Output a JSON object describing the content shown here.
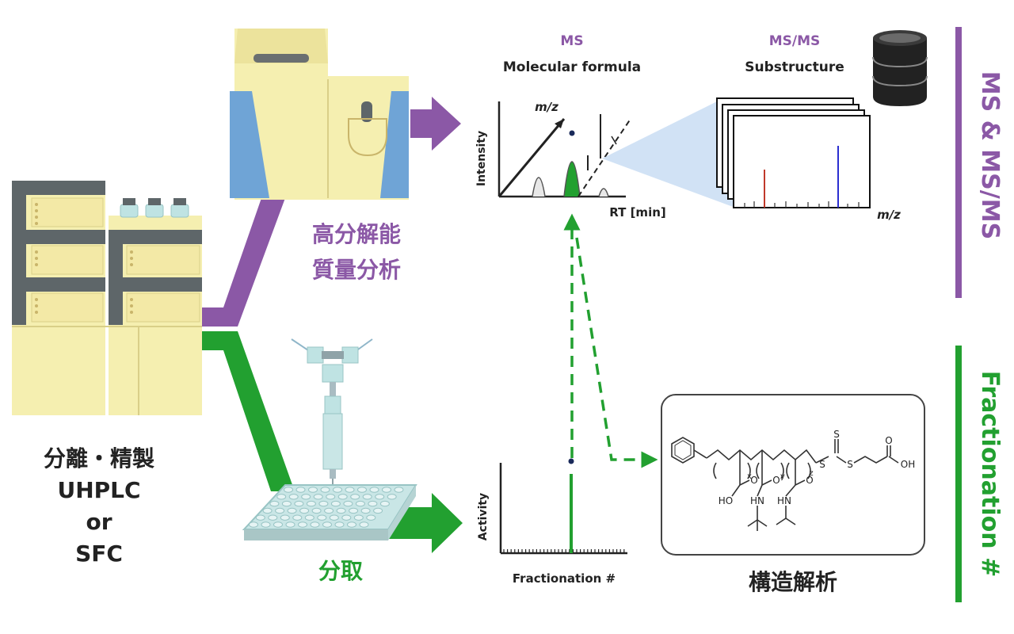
{
  "left_label": {
    "line1": "分離・精製",
    "line2": "UHPLC",
    "line3": "or",
    "line4": "SFC"
  },
  "hrms_label": {
    "line1": "高分解能",
    "line2": "質量分析"
  },
  "fraction_label": "分取",
  "ms_chart": {
    "ms_title": "MS",
    "ms_subtitle": "Molecular formula",
    "msms_title": "MS/MS",
    "msms_subtitle": "Substructure",
    "y_label": "Intensity",
    "x_label": "RT [min]",
    "diag_label": "m/z",
    "msms_x_label": "m/z"
  },
  "activity_chart": {
    "y_label": "Activity",
    "x_label": "Fractionation #"
  },
  "structure": {
    "atoms": {
      "s_top": "S",
      "s_left": "S",
      "s_right": "S",
      "o_acid": "O",
      "oh_acid": "OH",
      "ho": "HO",
      "o1": "O",
      "o2": "O",
      "o3": "O",
      "hn1": "HN",
      "hn2": "HN",
      "x": "x",
      "y": "y",
      "z": "z"
    },
    "caption": "構造解析"
  },
  "side_labels": {
    "msms": "MS & MS/MS",
    "fractionation": "Fractionation #"
  },
  "colors": {
    "purple": "#8b58a6",
    "green": "#22a030",
    "instrument_yellow": "#f5efb0",
    "instrument_gray": "#5e6669",
    "instrument_blue": "#6fa4d6",
    "plate": "#c9e6e6"
  },
  "icons": [
    "hplc-instrument",
    "mass-spectrometer",
    "fraction-collector",
    "well-plate",
    "database-icon"
  ]
}
